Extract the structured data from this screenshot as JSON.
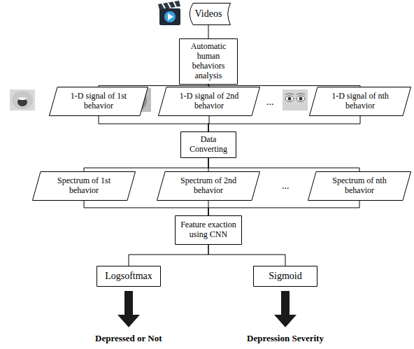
{
  "diagram": {
    "nodes": [
      {
        "text": [
          "Videos"
        ]
      },
      {
        "text": [
          "Automatic human behaviors analysis"
        ]
      },
      {
        "text": [
          "1-D signal of 1st behavior"
        ]
      },
      {
        "text": [
          "1-D signal of 2nd behavior"
        ]
      },
      {
        "text": [
          "1-D signal of nth behavior"
        ]
      },
      {
        "text": [
          "Data Converting"
        ]
      },
      {
        "text": [
          "Spectrum of 1st behavior"
        ]
      },
      {
        "text": [
          "Spectrum of 2nd behavior"
        ]
      },
      {
        "text": [
          "Spectrum of nth behavior"
        ]
      },
      {
        "text": [
          "Feature exaction using CNN"
        ]
      },
      {
        "text": [
          "Logsoftmax"
        ]
      },
      {
        "text": [
          "Sigmoid"
        ]
      }
    ],
    "edges": [
      {
        "from": 0,
        "to": 1,
        "arrow": "none"
      },
      {
        "from": 1,
        "to": 2,
        "arrow": "none"
      },
      {
        "from": 1,
        "to": 3,
        "arrow": "none"
      },
      {
        "from": 1,
        "to": 4,
        "arrow": "none"
      },
      {
        "from": 2,
        "to": 5,
        "arrow": "none"
      },
      {
        "from": 3,
        "to": 5,
        "arrow": "none"
      },
      {
        "from": 4,
        "to": 5,
        "arrow": "none"
      },
      {
        "from": 5,
        "to": 6,
        "arrow": "none"
      },
      {
        "from": 5,
        "to": 7,
        "arrow": "none"
      },
      {
        "from": 5,
        "to": 8,
        "arrow": "none"
      },
      {
        "from": 6,
        "to": 9,
        "arrow": "none"
      },
      {
        "from": 7,
        "to": 9,
        "arrow": "none"
      },
      {
        "from": 8,
        "to": 9,
        "arrow": "none"
      },
      {
        "from": 9,
        "to": 10,
        "arrow": "none"
      },
      {
        "from": 9,
        "to": 11,
        "arrow": "none"
      }
    ],
    "labels": [
      "...",
      "...",
      "Depressed or Not",
      "Depression Severity"
    ]
  }
}
